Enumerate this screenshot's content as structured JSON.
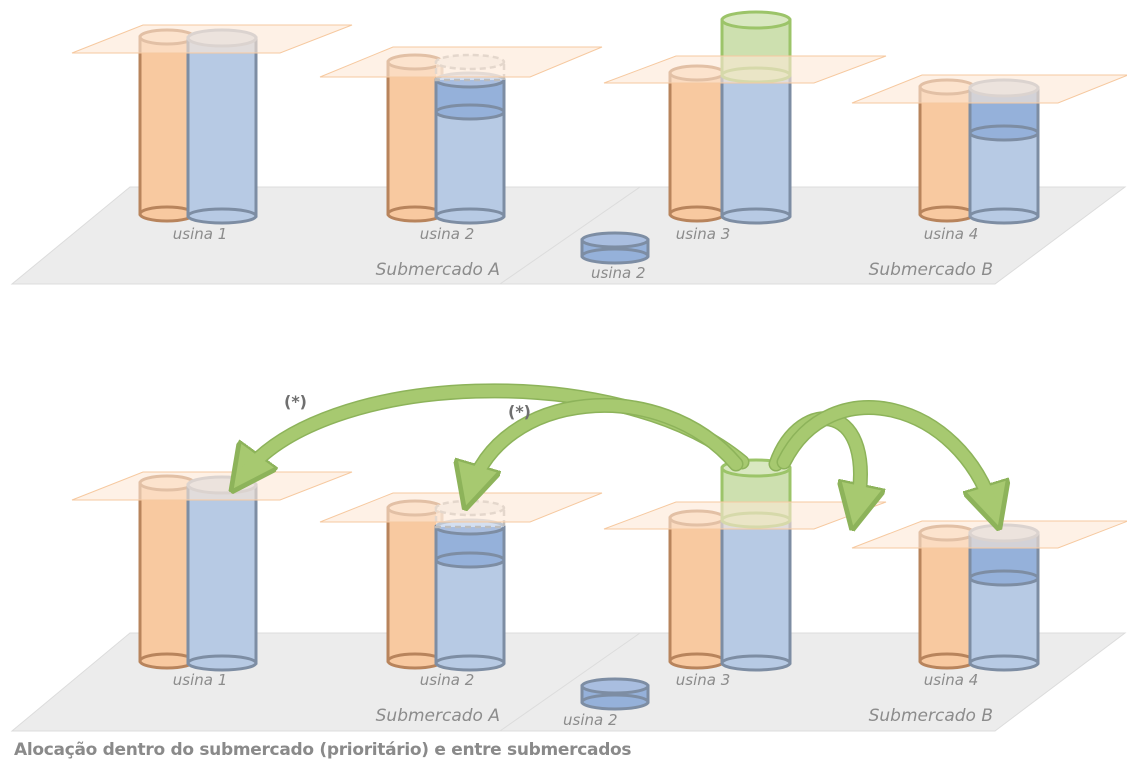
{
  "panels": [
    {
      "id": "top",
      "plant_labels": [
        "usina 1",
        "usina 2",
        "usina 3",
        "usina 4"
      ],
      "market_labels": [
        "Submercado A",
        "Submercado B"
      ],
      "detached_label": "usina 2"
    },
    {
      "id": "bottom",
      "plant_labels": [
        "usina 1",
        "usina 2",
        "usina 3",
        "usina 4"
      ],
      "market_labels": [
        "Submercado A",
        "Submercado B"
      ],
      "detached_label": "usina 2",
      "arrow_marks": [
        "(*)",
        "(*)"
      ]
    }
  ],
  "caption": "Alocação dentro do submercado (prioritário) e entre submercados",
  "colors": {
    "orange_fill": "#f8c9a0",
    "orange_stroke": "#b8845c",
    "blue_fill": "#b7cae4",
    "blue_dark": "#95b1da",
    "blue_stroke": "#7d8da3",
    "green_fill": "#cde0af",
    "green_stroke": "#9cc469",
    "arrow_green": "#a7c970",
    "plane_fill": "#fde8d6",
    "plane_stroke": "#f6c9a0",
    "floor_fill": "#ececec",
    "floor_stroke": "#dcdcdc"
  }
}
